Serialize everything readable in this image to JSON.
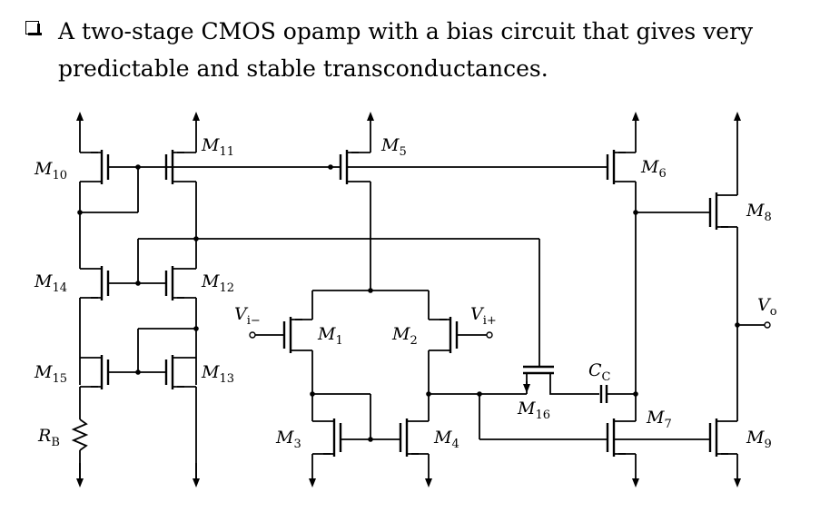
{
  "header": {
    "text": "A two-stage CMOS opamp with a bias circuit that gives very predictable and stable transconductances."
  },
  "labels": {
    "M10": {
      "base": "M",
      "sub": "10"
    },
    "M11": {
      "base": "M",
      "sub": "11"
    },
    "M5": {
      "base": "M",
      "sub": "5"
    },
    "M6": {
      "base": "M",
      "sub": "6"
    },
    "M8": {
      "base": "M",
      "sub": "8"
    },
    "M14": {
      "base": "M",
      "sub": "14"
    },
    "M12": {
      "base": "M",
      "sub": "12"
    },
    "M1": {
      "base": "M",
      "sub": "1"
    },
    "M2": {
      "base": "M",
      "sub": "2"
    },
    "M15": {
      "base": "M",
      "sub": "15"
    },
    "M13": {
      "base": "M",
      "sub": "13"
    },
    "M16": {
      "base": "M",
      "sub": "16"
    },
    "M3": {
      "base": "M",
      "sub": "3"
    },
    "M4": {
      "base": "M",
      "sub": "4"
    },
    "M7": {
      "base": "M",
      "sub": "7"
    },
    "M9": {
      "base": "M",
      "sub": "9"
    },
    "RB": {
      "base": "R",
      "sub": "B"
    },
    "Vim": {
      "base": "V",
      "sub": "i−"
    },
    "Vip": {
      "base": "V",
      "sub": "i+"
    },
    "Vo": {
      "base": "V",
      "sub": "o"
    },
    "CC": {
      "base": "C",
      "sub": "C"
    }
  }
}
